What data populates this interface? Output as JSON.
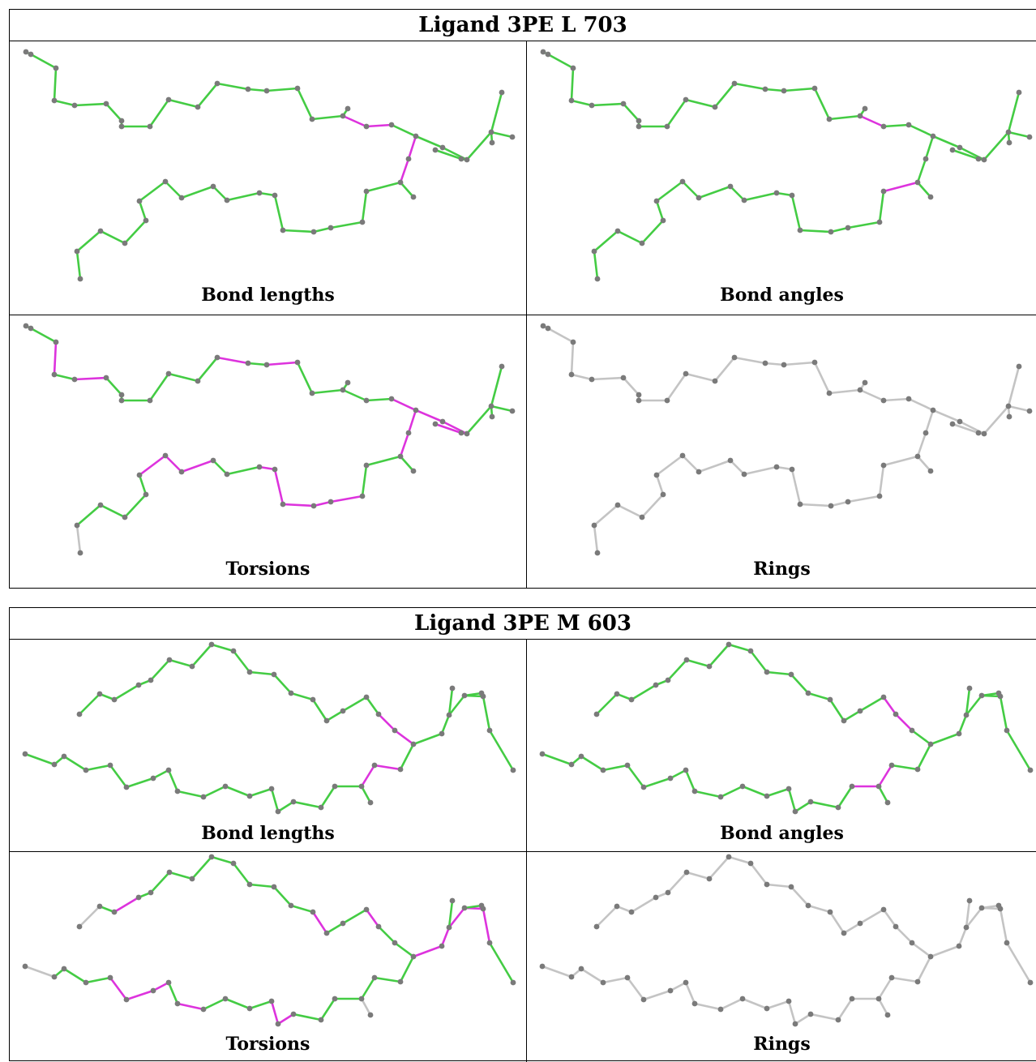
{
  "colors": {
    "ok": "#44cc44",
    "bad": "#dd33dd",
    "neutral": "#c4c4c4",
    "atom": "#7a7a7a"
  },
  "ligands": [
    {
      "title": "Ligand 3PE L 703",
      "panels": [
        {
          "caption": "Bond lengths",
          "mode": "lengths"
        },
        {
          "caption": "Bond angles",
          "mode": "angles"
        },
        {
          "caption": "Torsions",
          "mode": "torsions"
        },
        {
          "caption": "Rings",
          "mode": "rings"
        }
      ]
    },
    {
      "title": "Ligand 3PE M 603",
      "panels": [
        {
          "caption": "Bond lengths",
          "mode": "lengths"
        },
        {
          "caption": "Bond angles",
          "mode": "angles"
        },
        {
          "caption": "Torsions",
          "mode": "torsions"
        },
        {
          "caption": "Rings",
          "mode": "rings"
        }
      ]
    }
  ]
}
